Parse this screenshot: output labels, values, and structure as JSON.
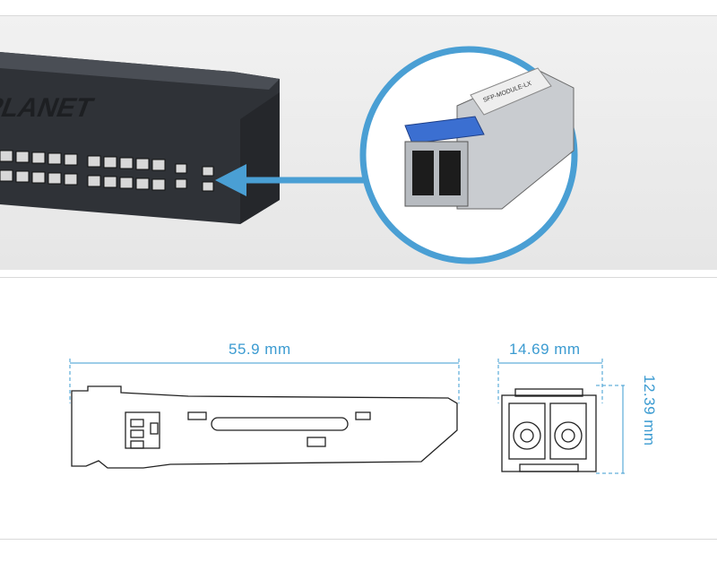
{
  "top_panel": {
    "brand_text": "PLANET",
    "module_label_text": "SFP-MODULE-LX"
  },
  "dimensions": {
    "length": "55.9 mm",
    "width": "14.69 mm",
    "height": "12.39 mm"
  },
  "colors": {
    "accent_blue": "#4a9fd4",
    "dimension_blue": "#3b9bd1",
    "switch_body": "#3a3d42",
    "latch_blue": "#3b6fd1"
  }
}
